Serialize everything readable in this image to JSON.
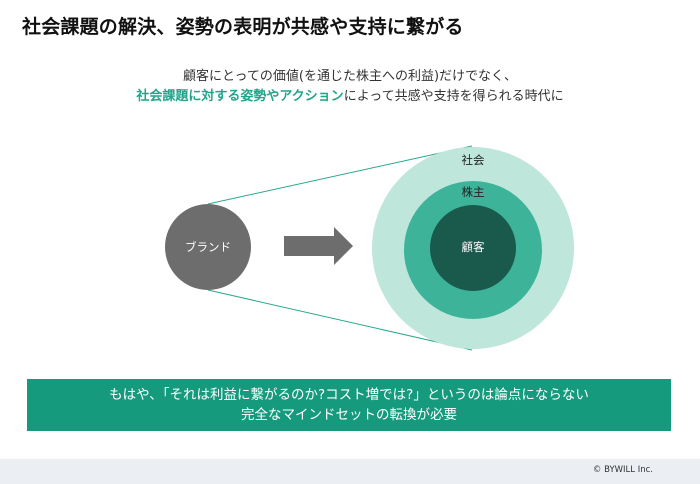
{
  "title": "社会課題の解決、姿勢の表明が共感や支持に繋がる",
  "subtitle": {
    "line1": "顧客にとっての価値(を通じた株主への利益)だけでなく、",
    "line2_highlight": "社会課題に対する姿勢やアクション",
    "line2_rest": "によって共感や支持を得られる時代に"
  },
  "diagram": {
    "brand": "ブランド",
    "outer": "社会",
    "middle": "株主",
    "inner": "顧客"
  },
  "banner": {
    "line1": "もはや、「それは利益に繋がるのか?コスト増では?」というのは論点にならない",
    "line2": "完全なマインドセットの転換が必要"
  },
  "footer": {
    "copyright": "© BYWILL Inc."
  },
  "colors": {
    "accent": "#20a58a",
    "banner": "#159a7e",
    "brand_circle": "#6d6d6d",
    "arrow": "#6d6d6d",
    "outer_ring": "#bfe6db",
    "middle_ring": "#3db49a",
    "inner_circle": "#1a5a4c",
    "footer_bg": "#ebeef2"
  }
}
